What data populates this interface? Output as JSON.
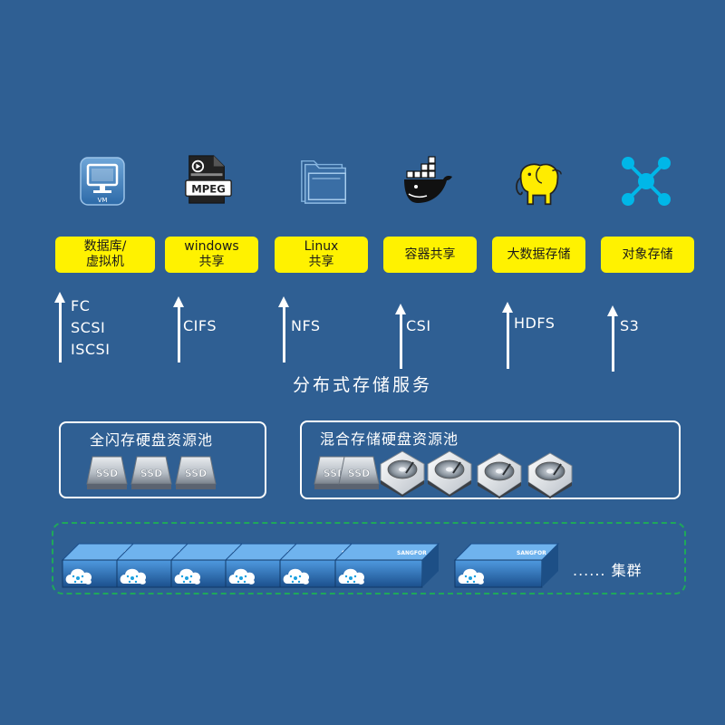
{
  "colors": {
    "background": "#2f5f93",
    "service_box": "#fff200",
    "cluster_border": "#1fa85a",
    "icon_cyan": "#00b7e8"
  },
  "icons": [
    {
      "name": "vm-monitor-icon",
      "label": "VM"
    },
    {
      "name": "mpeg-file-icon",
      "label": "MPEG"
    },
    {
      "name": "folder-icon"
    },
    {
      "name": "docker-whale-icon"
    },
    {
      "name": "hadoop-elephant-icon"
    },
    {
      "name": "object-network-icon"
    }
  ],
  "services": [
    {
      "line1": "数据库/",
      "line2": "虚拟机"
    },
    {
      "line1": "windows",
      "line2": "共享"
    },
    {
      "line1": "Linux",
      "line2": "共享"
    },
    {
      "line1": "容器共享",
      "line2": ""
    },
    {
      "line1": "大数据存储",
      "line2": ""
    },
    {
      "line1": "对象存储",
      "line2": ""
    }
  ],
  "protocols": [
    {
      "lines": [
        "FC",
        "SCSI",
        "ISCSI"
      ]
    },
    {
      "lines": [
        "CIFS"
      ]
    },
    {
      "lines": [
        "NFS"
      ]
    },
    {
      "lines": [
        "CSI"
      ]
    },
    {
      "lines": [
        "HDFS"
      ]
    },
    {
      "lines": [
        "S3"
      ]
    }
  ],
  "distributed_service": "分布式存储服务",
  "pools": {
    "all_flash": {
      "title": "全闪存硬盘资源池",
      "ssd_label": "SSD"
    },
    "hybrid": {
      "title": "混合存储硬盘资源池",
      "ssd_label": "SSD"
    }
  },
  "cluster": {
    "brand": "SANGFOR",
    "label": "...... 集群"
  }
}
